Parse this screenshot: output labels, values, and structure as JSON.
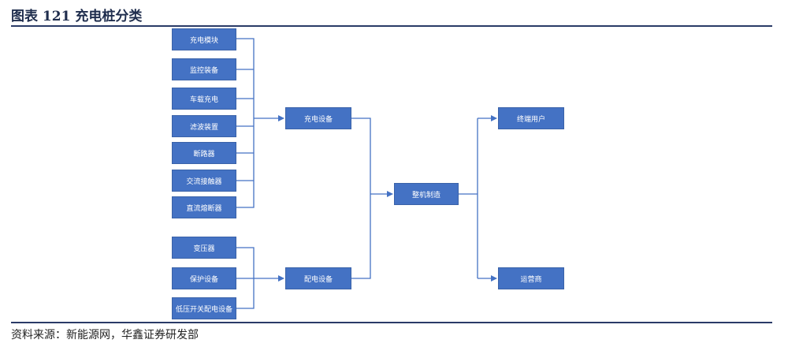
{
  "header": {
    "title": "图表 121 充电桩分类"
  },
  "footer": {
    "source": "资料来源：新能源网，华鑫证券研发部"
  },
  "diagram": {
    "components_charging": [
      "充电模块",
      "监控装备",
      "车载充电",
      "滤波装置",
      "断路器",
      "交流接触器",
      "直流熔断器"
    ],
    "components_power": [
      "变压器",
      "保护设备",
      "低压开关配电设备"
    ],
    "charging_equipment": "充电设备",
    "power_equipment": "配电设备",
    "manufacturing": "整机制造",
    "end_user": "终端用户",
    "operator": "运营商"
  },
  "colors": {
    "box": "#4472c4",
    "line": "#4472c4",
    "rule": "#2a3b67"
  }
}
